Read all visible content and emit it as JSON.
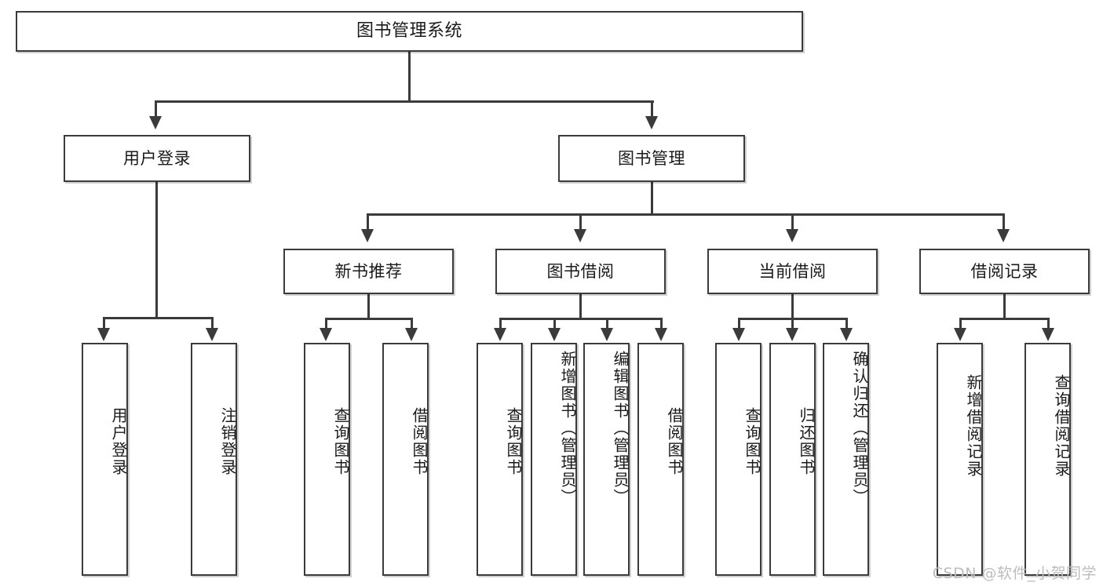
{
  "diagram": {
    "title": "图书管理系统",
    "type": "functional-structure-tree",
    "watermark": "CSDN @软件_小贺同学"
  },
  "nodes": {
    "root": {
      "label": "图书管理系统"
    },
    "level2": [
      {
        "label": "用户登录"
      },
      {
        "label": "图书管理"
      }
    ],
    "level3": [
      {
        "label": "新书推荐"
      },
      {
        "label": "图书借阅"
      },
      {
        "label": "当前借阅"
      },
      {
        "label": "借阅记录"
      }
    ],
    "leaves": {
      "user_login": [
        {
          "label": "用户登录"
        },
        {
          "label": "注销登录"
        }
      ],
      "new_book_recommend": [
        {
          "label": "查询图书"
        },
        {
          "label": "借阅图书"
        }
      ],
      "book_borrow": [
        {
          "label": "查询图书"
        },
        {
          "label": "新增图书（管理员）"
        },
        {
          "label": "编辑图书（管理员）"
        },
        {
          "label": "借阅图书"
        }
      ],
      "current_borrow": [
        {
          "label": "查询图书"
        },
        {
          "label": "归还图书"
        },
        {
          "label": "确认归还（管理员）"
        }
      ],
      "borrow_record": [
        {
          "label": "新增借阅记录"
        },
        {
          "label": "查询借阅记录"
        }
      ]
    }
  },
  "colors": {
    "border": "#3b3b3b",
    "background": "#ffffff",
    "text": "#1a1a1a",
    "watermark": "#bdbdbd"
  }
}
